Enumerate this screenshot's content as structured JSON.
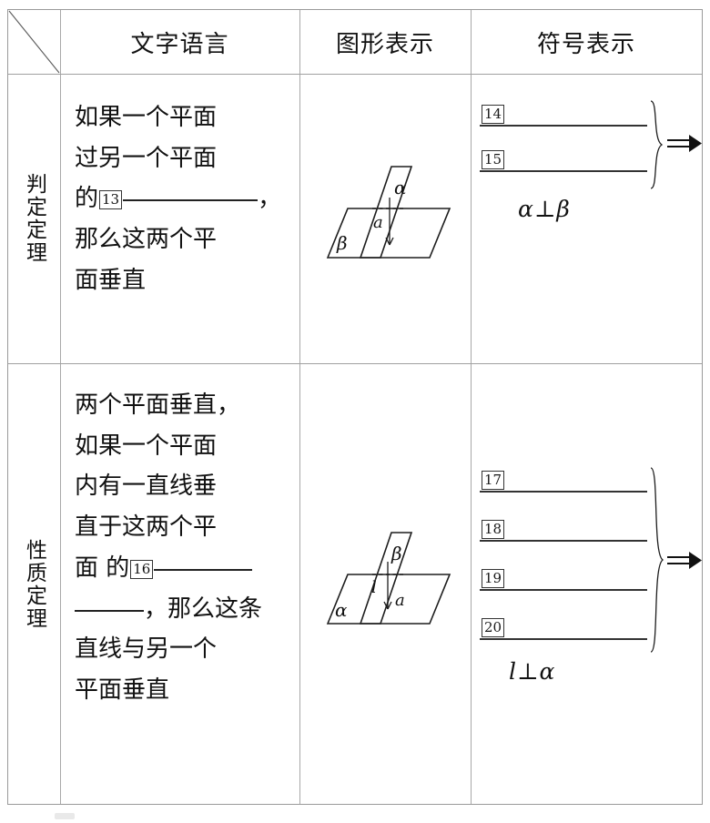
{
  "table": {
    "header": {
      "corner": "",
      "columns": [
        {
          "label": "文字语言"
        },
        {
          "label": "图形表示"
        },
        {
          "label": "符号表示"
        }
      ]
    },
    "rows": [
      {
        "label": "判定定理",
        "text_lines": [
          "如果一个平面",
          "过另一个平面",
          "的",
          "那么这两个平",
          "面垂直"
        ],
        "inline_blank": "13",
        "inline_comma": "，",
        "diagram": {
          "upper_plane_label": "α",
          "lower_plane_label": "β",
          "line_label": "a"
        },
        "symbols": {
          "blanks": [
            "14",
            "15"
          ],
          "conclusion": "α⊥β",
          "arrow": "⇒"
        }
      },
      {
        "label": "性质定理",
        "text_lines": [
          "两个平面垂直，",
          "如果一个平面",
          "内有一直线垂",
          "直于这两个平",
          "面 的",
          "，那么这条",
          "直线与另一个",
          "平面垂直"
        ],
        "inline_blank": "16",
        "diagram": {
          "upper_plane_label": "β",
          "lower_plane_label": "α",
          "line_label_1": "l",
          "line_label_2": "a"
        },
        "symbols": {
          "blanks": [
            "17",
            "18",
            "19",
            "20"
          ],
          "conclusion": "l⊥α",
          "arrow": "⇒"
        }
      }
    ]
  },
  "colors": {
    "ink": "#111111",
    "rule": "#9a9a9a",
    "paper": "#ffffff"
  }
}
